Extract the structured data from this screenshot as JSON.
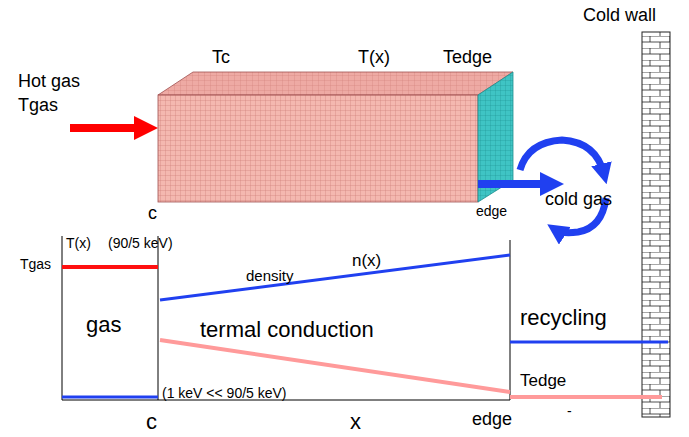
{
  "diagram": {
    "labels": [
      "Cold wall",
      "Hot gas",
      "Tgas",
      "Tc",
      "T(x)",
      "Tedge",
      "c",
      "edge",
      "cold gas",
      "T(x)",
      "(90/5 keV)",
      "Tgas",
      "gas",
      "density",
      "n(x)",
      "termal conduction",
      "(1 keV << 90/5 keV)",
      "recycling",
      "Tedge",
      "c",
      "x",
      "edge",
      "-"
    ]
  }
}
